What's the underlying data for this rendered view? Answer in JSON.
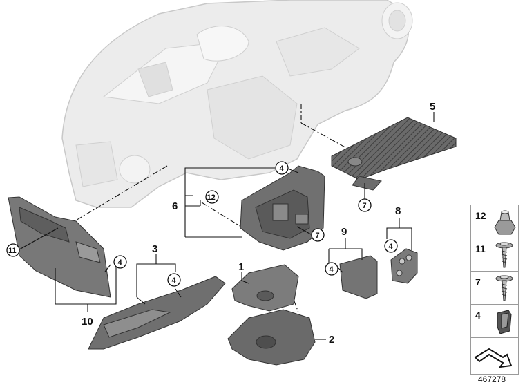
{
  "callouts": {
    "c1": "1",
    "c2": "2",
    "c3": "3",
    "c4a": "4",
    "c4b": "4",
    "c4c": "4",
    "c4d": "4",
    "c4e": "4",
    "c5": "5",
    "c6": "6",
    "c7a": "7",
    "c7b": "7",
    "c8": "8",
    "c9": "9",
    "c10": "10",
    "c11": "11",
    "c12": "12"
  },
  "legend": {
    "items": [
      {
        "label": "12",
        "icon": "clip-nut-icon"
      },
      {
        "label": "11",
        "icon": "screw-washer-icon"
      },
      {
        "label": "7",
        "icon": "screw-washer-icon"
      },
      {
        "label": "4",
        "icon": "spring-clip-icon"
      },
      {
        "label": "",
        "icon": "arrow-right-icon"
      }
    ]
  },
  "footer": {
    "diagram_id": "467278"
  },
  "colors": {
    "part_dark": "#5f5f5f",
    "part_mid": "#8a8a8a",
    "dash_light": "#e6e6e6",
    "line": "#111111"
  }
}
